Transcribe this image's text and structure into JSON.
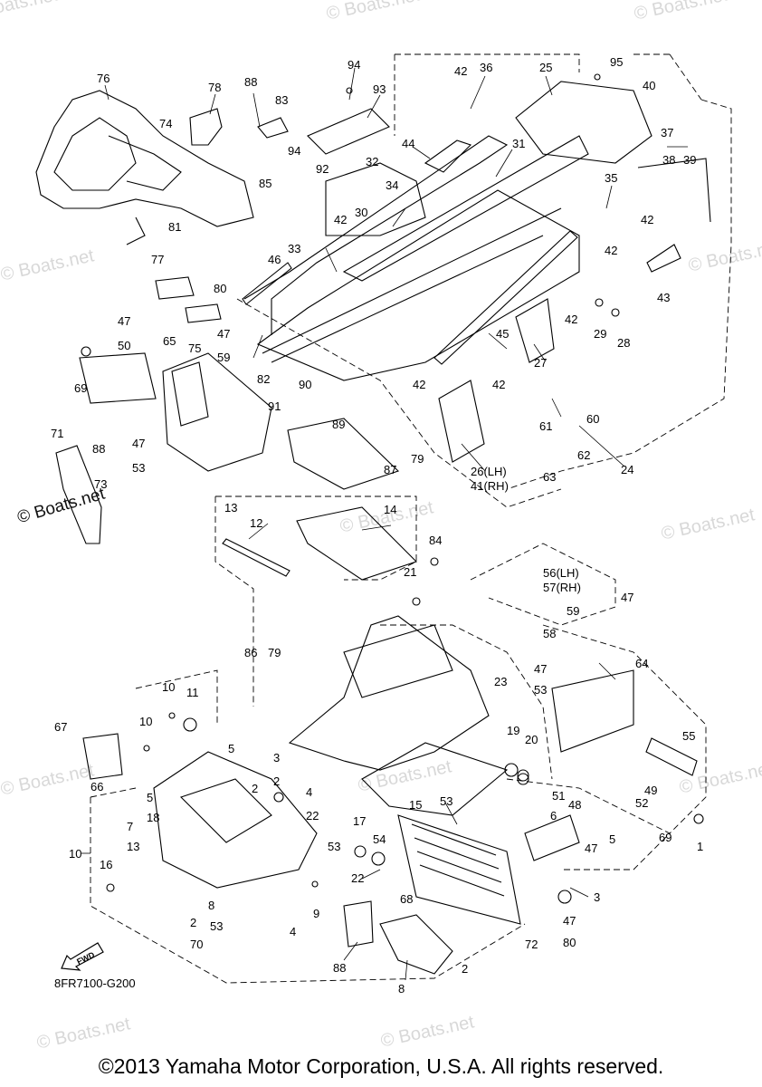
{
  "watermark_inline": "© Boats.net",
  "watermarks": [
    "© Boats.net",
    "© Boats.net",
    "© Boats.net",
    "© Boats.net",
    "© Boats.net",
    "© Boats.net",
    "© Boats.net",
    "© Boats.net",
    "© Boats.net",
    "© Boats.net",
    "© Boats.net",
    "© Boats.net"
  ],
  "fwd_label": "FWD",
  "diagram_code": "8FR7100-G200",
  "copyright": "©2013 Yamaha Motor Corporation, U.S.A. All rights reserved.",
  "callouts": [
    "76",
    "78",
    "88",
    "83",
    "94",
    "93",
    "42",
    "36",
    "25",
    "95",
    "40",
    "74",
    "94",
    "92",
    "32",
    "85",
    "44",
    "31",
    "37",
    "38",
    "39",
    "42",
    "30",
    "34",
    "81",
    "33",
    "35",
    "42",
    "46",
    "42",
    "77",
    "80",
    "75",
    "43",
    "42",
    "29",
    "28",
    "47",
    "50",
    "65",
    "47",
    "59",
    "45",
    "69",
    "82",
    "27",
    "90",
    "42",
    "42",
    "91",
    "89",
    "61",
    "60",
    "62",
    "71",
    "88",
    "87",
    "79",
    "47",
    "53",
    "26(LH)",
    "41(RH)",
    "63",
    "24",
    "73",
    "13",
    "14",
    "12",
    "84",
    "21",
    "56(LH)",
    "57(RH)",
    "47",
    "59",
    "58",
    "86",
    "79",
    "64",
    "47",
    "53",
    "10",
    "11",
    "23",
    "55",
    "67",
    "10",
    "19",
    "20",
    "5",
    "3",
    "2",
    "49",
    "66",
    "52",
    "5",
    "2",
    "4",
    "22",
    "15",
    "53",
    "51",
    "48",
    "6",
    "18",
    "17",
    "54",
    "5",
    "7",
    "13",
    "53",
    "47",
    "69",
    "1",
    "10",
    "16",
    "22",
    "68",
    "3",
    "8",
    "9",
    "4",
    "2",
    "53",
    "47",
    "80",
    "72",
    "88",
    "2",
    "70",
    "8"
  ],
  "brackets": [
    "2/3",
    "2/4",
    "5/6",
    "5/7",
    "3/2",
    "4/2",
    "47/50",
    "47/59",
    "47/53",
    "47/53",
    "53/47"
  ]
}
